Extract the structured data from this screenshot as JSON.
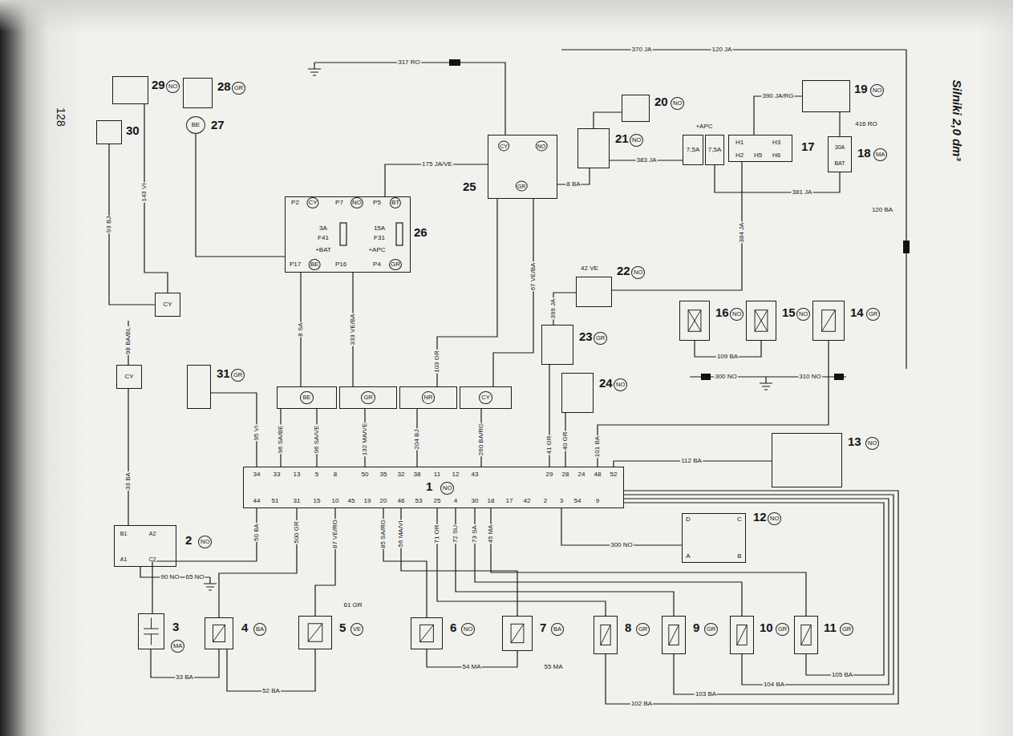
{
  "diagram": {
    "nodes": [
      {
        "text": [
          "1",
          "NO"
        ]
      },
      {
        "text": [
          "2",
          "NO"
        ]
      },
      {
        "text": [
          "3",
          "MA"
        ]
      },
      {
        "text": [
          "4",
          "BA"
        ]
      },
      {
        "text": [
          "5",
          "VE"
        ]
      },
      {
        "text": [
          "6",
          "NO"
        ]
      },
      {
        "text": [
          "7",
          "BA"
        ]
      },
      {
        "text": [
          "8",
          "GR"
        ]
      },
      {
        "text": [
          "9",
          "GR"
        ]
      },
      {
        "text": [
          "10",
          "GR"
        ]
      },
      {
        "text": [
          "11",
          "GR"
        ]
      },
      {
        "text": [
          "12",
          "NO"
        ]
      },
      {
        "text": [
          "13",
          "NO"
        ]
      },
      {
        "text": [
          "14",
          "GR"
        ]
      },
      {
        "text": [
          "15",
          "NO"
        ]
      },
      {
        "text": [
          "16",
          "NO"
        ]
      },
      {
        "text": [
          "17"
        ]
      },
      {
        "text": [
          "7,5A"
        ]
      },
      {
        "text": [
          "7,5A"
        ]
      },
      {
        "text": [
          "18",
          "MA"
        ]
      },
      {
        "text": [
          "19",
          "NO"
        ]
      },
      {
        "text": [
          "20",
          "NO"
        ]
      },
      {
        "text": [
          "21",
          "NO"
        ]
      },
      {
        "text": [
          "22",
          "NO"
        ]
      },
      {
        "text": [
          "23",
          "GR"
        ]
      },
      {
        "text": [
          "24",
          "NO"
        ]
      },
      {
        "text": [
          "25"
        ]
      },
      {
        "text": [
          "26"
        ]
      },
      {
        "text": [
          "27",
          "BE"
        ]
      },
      {
        "text": [
          "28",
          "GR"
        ]
      },
      {
        "text": [
          "29",
          "NO"
        ]
      },
      {
        "text": [
          "30"
        ]
      },
      {
        "text": [
          "31",
          "GR"
        ]
      },
      {
        "text": [
          "BE"
        ]
      },
      {
        "text": [
          "GR"
        ]
      },
      {
        "text": [
          "NR"
        ]
      },
      {
        "text": [
          "CY"
        ]
      },
      {
        "text": [
          "CY"
        ]
      },
      {
        "text": [
          "CY"
        ]
      }
    ],
    "edges": [
      {
        "from": 0,
        "to": 2,
        "arrow": "none",
        "label": "50 BA"
      },
      {
        "from": 0,
        "to": 3,
        "arrow": "none",
        "label": "500 GR"
      },
      {
        "from": 0,
        "to": 4,
        "arrow": "none",
        "label": "87 VE/RO"
      },
      {
        "from": 0,
        "to": 5,
        "arrow": "none",
        "label": "85 SA/RG"
      },
      {
        "from": 0,
        "to": 6,
        "arrow": "none",
        "label": "56 MA/VI"
      },
      {
        "from": 0,
        "to": 7,
        "arrow": "none",
        "label": "71 OR"
      },
      {
        "from": 0,
        "to": 8,
        "arrow": "none",
        "label": "72 SU"
      },
      {
        "from": 0,
        "to": 9,
        "arrow": "none",
        "label": "73 SA"
      },
      {
        "from": 0,
        "to": 10,
        "arrow": "none",
        "label": "45 MA"
      },
      {
        "from": 2,
        "to": 3,
        "arrow": "none",
        "label": "33 BA"
      },
      {
        "from": 3,
        "to": 4,
        "arrow": "none",
        "label": "52 BA"
      },
      {
        "from": 5,
        "to": 6,
        "arrow": "none",
        "label": "54 MA"
      },
      {
        "from": 7,
        "to": 0,
        "arrow": "none",
        "label": "102 BA"
      },
      {
        "from": 8,
        "to": 0,
        "arrow": "none",
        "label": "103 BA"
      },
      {
        "from": 9,
        "to": 0,
        "arrow": "none",
        "label": "104 BA"
      },
      {
        "from": 10,
        "to": 0,
        "arrow": "none",
        "label": "105 BA"
      },
      {
        "from": 11,
        "to": 0,
        "arrow": "none",
        "label": "300 NO"
      },
      {
        "from": 12,
        "to": 0,
        "arrow": "none",
        "label": "112 BA"
      },
      {
        "from": 0,
        "to": 24,
        "arrow": "none",
        "label": "41 GR"
      },
      {
        "from": 0,
        "to": 25,
        "arrow": "none",
        "label": "40 GR"
      },
      {
        "from": 0,
        "to": 13,
        "arrow": "none",
        "label": "101 BA"
      },
      {
        "from": 15,
        "to": 14,
        "arrow": "none",
        "label": "109 BA"
      },
      {
        "from": 20,
        "to": 16,
        "arrow": "none",
        "label": "390 JA/RG"
      },
      {
        "from": 20,
        "to": 19,
        "arrow": "none"
      },
      {
        "from": 22,
        "to": 17,
        "arrow": "none",
        "label": "383 JA"
      },
      {
        "from": 21,
        "to": 22,
        "arrow": "none"
      },
      {
        "from": 22,
        "to": 26,
        "arrow": "none",
        "label": "8 BA"
      },
      {
        "from": 24,
        "to": 23,
        "arrow": "none",
        "label": "399 JA"
      },
      {
        "from": 23,
        "to": 16,
        "arrow": "none",
        "label": "384 JA"
      },
      {
        "from": 0,
        "to": 32,
        "arrow": "none",
        "label": "95 VI"
      },
      {
        "from": 0,
        "to": 33,
        "arrow": "none",
        "label": "96 SA/BE"
      },
      {
        "from": 0,
        "to": 33,
        "arrow": "none",
        "label": "96 SA/VE"
      },
      {
        "from": 0,
        "to": 34,
        "arrow": "none",
        "label": "132 MA/VE"
      },
      {
        "from": 0,
        "to": 35,
        "arrow": "none",
        "label": "204 BJ"
      },
      {
        "from": 0,
        "to": 36,
        "arrow": "none",
        "label": "260 BA/RG"
      },
      {
        "from": 33,
        "to": 27,
        "arrow": "none",
        "label": "8 SA"
      },
      {
        "from": 34,
        "to": 27,
        "arrow": "none",
        "label": "333 VE/BA"
      },
      {
        "from": 35,
        "to": 26,
        "arrow": "none",
        "label": "103 GR"
      },
      {
        "from": 36,
        "to": 26,
        "arrow": "none",
        "label": "67 VE/BA"
      },
      {
        "from": 31,
        "to": 38,
        "arrow": "none",
        "label": "93 BJ"
      },
      {
        "from": 30,
        "to": 38,
        "arrow": "none",
        "label": "143 VI"
      },
      {
        "from": 1,
        "to": 37,
        "arrow": "none",
        "label": "33 BA"
      },
      {
        "from": 28,
        "to": 27,
        "arrow": "none"
      },
      {
        "from": 27,
        "to": 26,
        "arrow": "none",
        "label": "175 JA/VE"
      },
      {
        "from": 19,
        "to": 18,
        "arrow": "none",
        "label": "381 JA"
      }
    ],
    "labels": [
      "Silniki 2,0 dm³",
      "128",
      "34",
      "33",
      "13",
      "5",
      "8",
      "50",
      "35",
      "32",
      "38",
      "11",
      "12",
      "43",
      "29",
      "28",
      "24",
      "48",
      "52",
      "44",
      "51",
      "31",
      "15",
      "10",
      "45",
      "19",
      "20",
      "46",
      "53",
      "25",
      "4",
      "30",
      "18",
      "17",
      "42",
      "2",
      "3",
      "54",
      "9",
      "P2",
      "CY",
      "P7",
      "NO",
      "P5",
      "BT",
      "3A",
      "F41",
      "+BAT",
      "15A",
      "F31",
      "+APC",
      "P17",
      "BE",
      "P16",
      "P4",
      "GR",
      "CY",
      "NO",
      "GR",
      "D",
      "C",
      "A",
      "B",
      "H1",
      "H3",
      "H2",
      "H5",
      "H6",
      "30A",
      "BAT",
      "B1",
      "A2",
      "A1",
      "C2",
      "+APC",
      "317 RO",
      "370 JA",
      "120 JA",
      "416 RO",
      "120 BA",
      "300 NO",
      "310 NO",
      "90 NO",
      "65 NO",
      "98 BA/BL",
      "61 GR",
      "55 MA",
      "42 VE"
    ]
  }
}
